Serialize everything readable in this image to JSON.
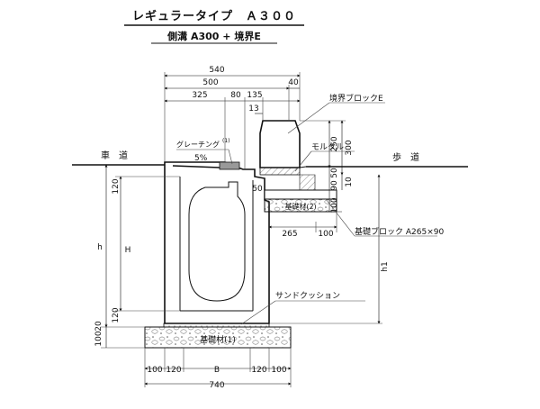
{
  "title": "レギュラータイプ　Ａ３００",
  "subtitle": "側溝 A300 + 境界E",
  "labels": {
    "roadway": "車　道",
    "sidewalk": "歩　道",
    "grating": "グレーチング",
    "grating_note": "(1)",
    "slope": "5%",
    "boundary_block": "境界ブロックE",
    "mortar": "モルタル",
    "foundation2": "基礎材(2)",
    "foundation_block": "基礎ブロック A265×90",
    "sand_cushion": "サンドクッション",
    "foundation1": "基礎材(1)"
  },
  "dims": {
    "d540": "540",
    "d500": "500",
    "d40": "40",
    "d325": "325",
    "d80": "80",
    "d135": "135",
    "d13": "13",
    "d250": "250",
    "d300": "300",
    "d50a": "50",
    "d90": "90",
    "d10": "10",
    "d50b": "50",
    "d100r": "100",
    "d265": "265",
    "d100b": "100",
    "h1": "h1",
    "l120a": "120",
    "l120b": "120",
    "lh": "h",
    "lH": "H",
    "l20": "20",
    "l100": "100",
    "b100a": "100",
    "b120a": "120",
    "bB": "B",
    "b120b": "120",
    "b100b": "100",
    "b740": "740"
  }
}
